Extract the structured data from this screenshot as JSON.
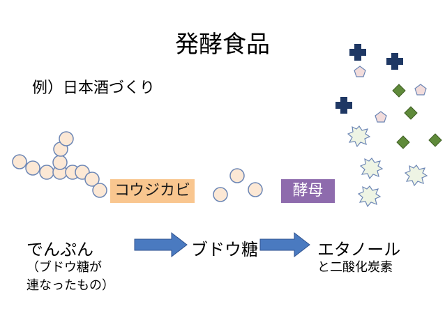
{
  "slide": {
    "title": "発酵食品",
    "example": "例）日本酒づくり",
    "koji_label": "コウジカビ",
    "yeast_label": "酵母",
    "starch": "でんぷん",
    "starch_note_line1": "（ブドウ糖が",
    "starch_note_line2": "連なったもの）",
    "glucose": "ブドウ糖",
    "ethanol": "エタノール",
    "co2": "と二酸化炭素"
  },
  "colors": {
    "circle_fill": "#fce8d5",
    "circle_stroke": "#6c86b5",
    "koji_fill": "#f9c68f",
    "yeast_fill": "#8e6bad",
    "arrow_fill": "#4a7ac0",
    "cross_fill": "#1f3864",
    "pentagon_fill": "#f2dcdb",
    "diamond_fill": "#5f8a3a",
    "star_fill": "#eef4e4"
  }
}
